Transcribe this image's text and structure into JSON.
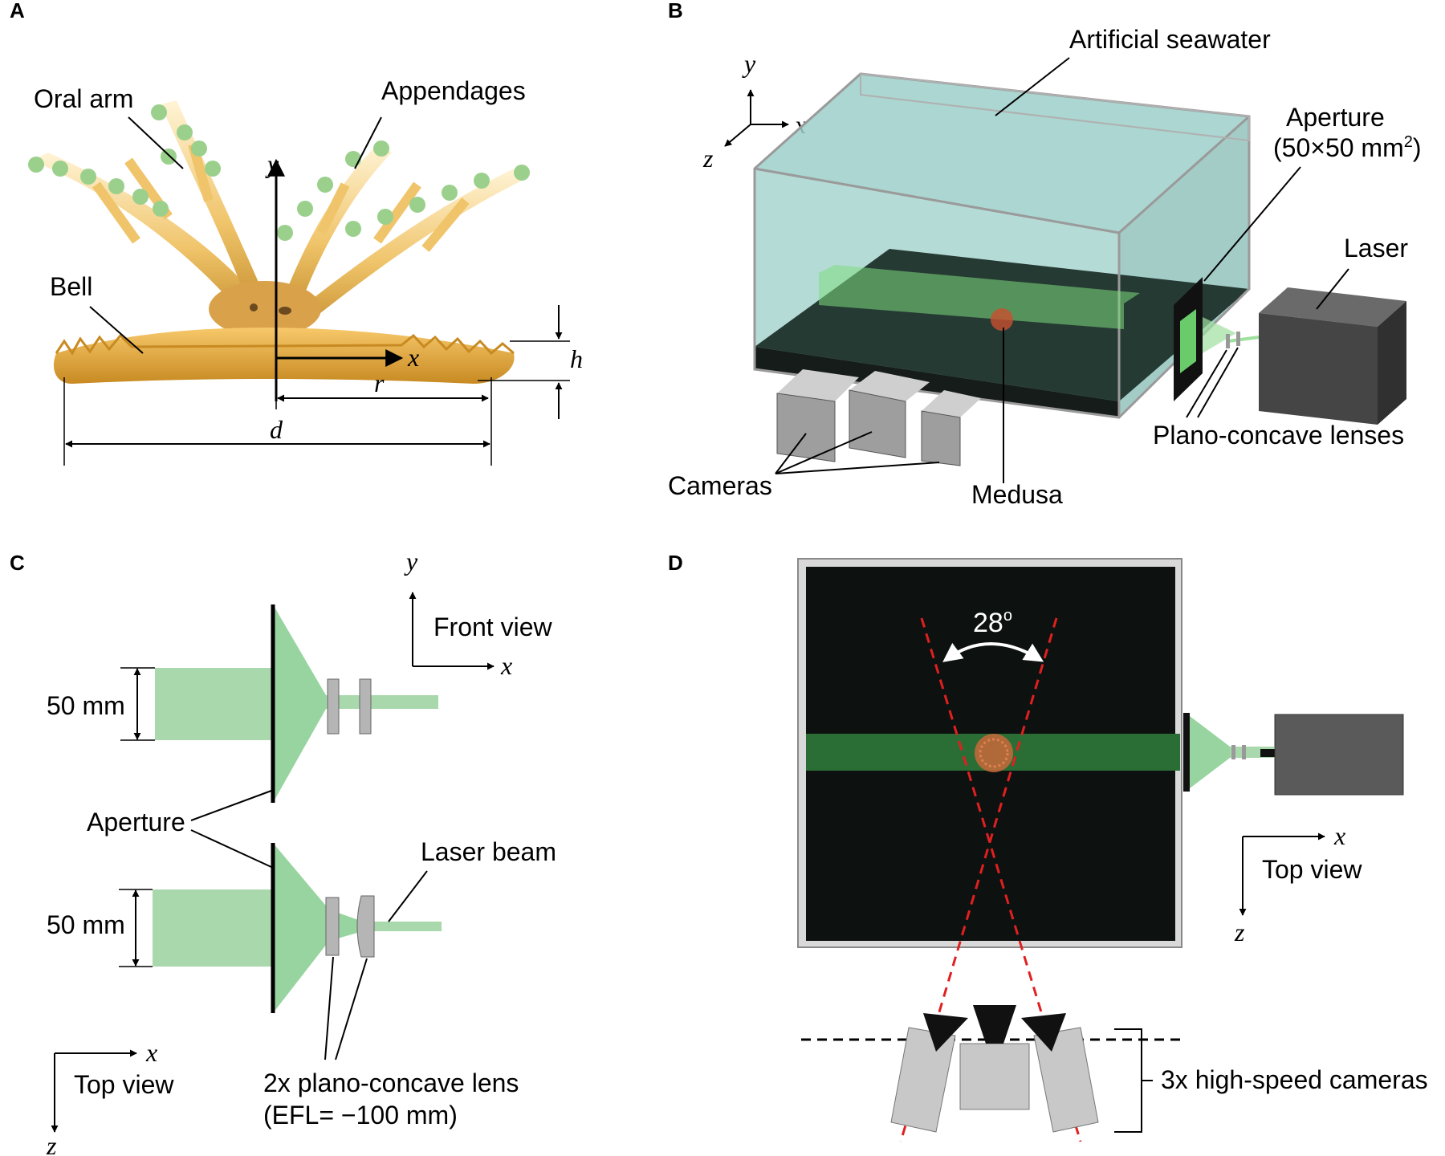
{
  "panels": {
    "a": "A",
    "b": "B",
    "c": "C",
    "d": "D"
  },
  "panel_a": {
    "oral_arm": "Oral arm",
    "appendages": "Appendages",
    "bell": "Bell",
    "axis_x": "x",
    "axis_y": "y",
    "dim_r": "r",
    "dim_d": "d",
    "dim_h": "h"
  },
  "panel_b": {
    "seawater": "Artificial seawater",
    "aperture": "Aperture",
    "aperture_size_prefix": "(50×50 mm",
    "aperture_size_sup": "2",
    "aperture_size_suffix": ")",
    "laser": "Laser",
    "lenses": "Plano-concave lenses",
    "cameras": "Cameras",
    "medusa": "Medusa",
    "axis_x": "x",
    "axis_y": "y",
    "axis_z": "z"
  },
  "panel_c": {
    "front_view": "Front view",
    "top_view": "Top view",
    "dim_front": "50 mm",
    "dim_top": "50 mm",
    "aperture": "Aperture",
    "laser_beam": "Laser beam",
    "lens_line1": "2x plano-concave lens",
    "lens_line2": "(EFL= −100 mm)",
    "axis_x1": "x",
    "axis_y1": "y",
    "axis_x2": "x",
    "axis_z2": "z"
  },
  "panel_d": {
    "angle": "28",
    "angle_sup": "o",
    "top_view": "Top view",
    "cameras": "3x high-speed cameras",
    "axis_x": "x",
    "axis_z": "z"
  },
  "colors": {
    "beam_green": "#8fd49a",
    "tank_water": "#9ccfc9",
    "tank_floor": "#263a34",
    "bell_orange": "#e6a53c",
    "appendage_green": "#9bd08c",
    "camera_gray": "#a9a9a9",
    "laser_box": "#404040",
    "sight_line_red": "#e02020",
    "tank_black": "#0d1210"
  }
}
